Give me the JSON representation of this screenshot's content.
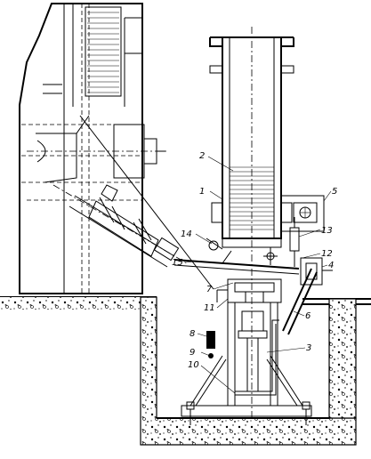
{
  "callouts": [
    {
      "id": "1",
      "text": "1"
    },
    {
      "id": "2",
      "text": "2"
    },
    {
      "id": "3",
      "text": "3"
    },
    {
      "id": "4",
      "text": "4"
    },
    {
      "id": "5",
      "text": "5"
    },
    {
      "id": "6",
      "text": "6"
    },
    {
      "id": "7",
      "text": "7"
    },
    {
      "id": "8",
      "text": "8"
    },
    {
      "id": "9",
      "text": "9"
    },
    {
      "id": "10",
      "text": "10"
    },
    {
      "id": "11",
      "text": "11"
    },
    {
      "id": "12",
      "text": "12"
    },
    {
      "id": "13",
      "text": "13"
    },
    {
      "id": "14",
      "text": "14"
    },
    {
      "id": "15",
      "text": "15"
    }
  ]
}
